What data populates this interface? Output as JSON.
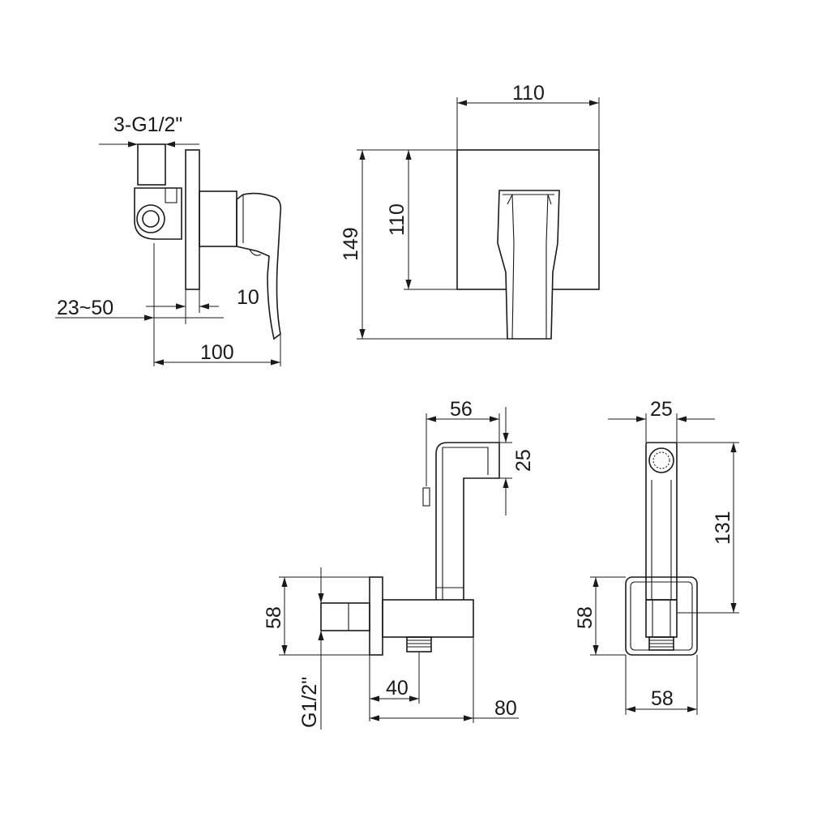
{
  "dimensions": {
    "mixer_side_thread": "3-G1/2\"",
    "mixer_side_wall_range": "23~50",
    "mixer_side_plate": "10",
    "mixer_side_depth": "100",
    "mixer_front_plate_width": "110",
    "mixer_front_plate_height": "110",
    "mixer_front_total_height": "149",
    "holder_top_width": "56",
    "holder_top_height": "25",
    "holder_base_height": "58",
    "holder_thread": "G1/2\"",
    "holder_outlet_offset": "40",
    "holder_depth": "80",
    "shower_head_width": "25",
    "shower_length": "131",
    "shower_base_height": "58",
    "shower_base_width": "58"
  }
}
